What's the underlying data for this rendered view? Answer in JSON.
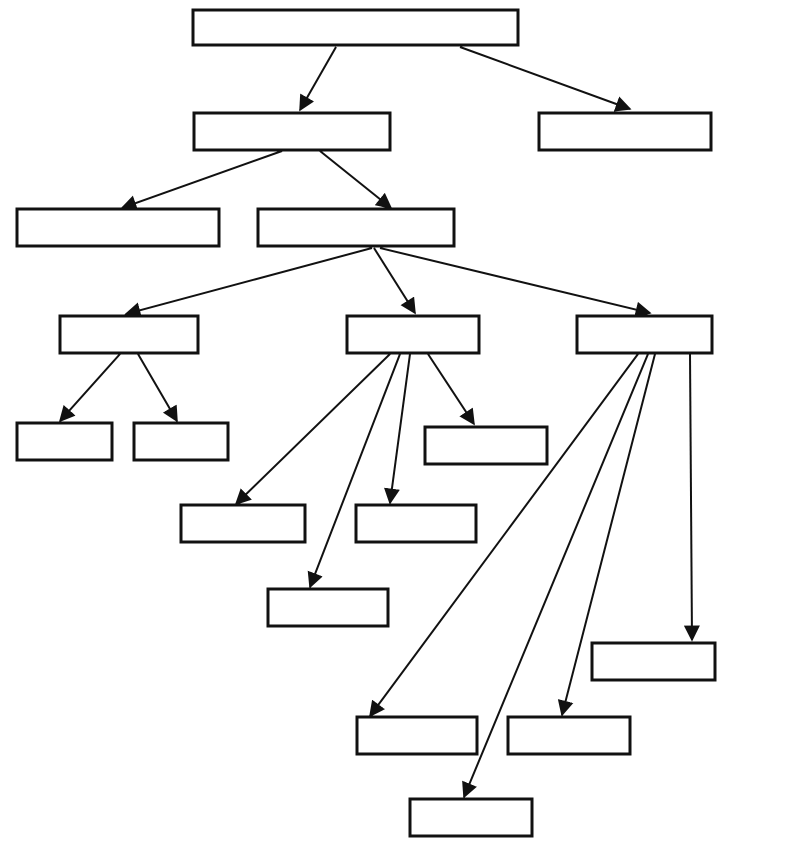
{
  "diagram": {
    "type": "tree",
    "style": {
      "background": "#ffffff",
      "line_color": "#111111",
      "box_fill": "#ffffff"
    },
    "nodes": [
      {
        "id": "n0",
        "label": ""
      },
      {
        "id": "n1",
        "label": ""
      },
      {
        "id": "n2",
        "label": ""
      },
      {
        "id": "n3",
        "label": ""
      },
      {
        "id": "n4",
        "label": ""
      },
      {
        "id": "n5",
        "label": ""
      },
      {
        "id": "n6",
        "label": ""
      },
      {
        "id": "n7",
        "label": ""
      },
      {
        "id": "n8",
        "label": ""
      },
      {
        "id": "n9",
        "label": ""
      },
      {
        "id": "n10",
        "label": ""
      },
      {
        "id": "n11",
        "label": ""
      },
      {
        "id": "n12",
        "label": ""
      },
      {
        "id": "n13",
        "label": ""
      },
      {
        "id": "n14",
        "label": ""
      },
      {
        "id": "n15",
        "label": ""
      },
      {
        "id": "n16",
        "label": ""
      },
      {
        "id": "n17",
        "label": ""
      },
      {
        "id": "n18",
        "label": ""
      }
    ],
    "edges": [
      {
        "from": "n0",
        "to": "n1"
      },
      {
        "from": "n0",
        "to": "n2"
      },
      {
        "from": "n1",
        "to": "n3"
      },
      {
        "from": "n1",
        "to": "n4"
      },
      {
        "from": "n4",
        "to": "n5"
      },
      {
        "from": "n4",
        "to": "n6"
      },
      {
        "from": "n4",
        "to": "n7"
      },
      {
        "from": "n5",
        "to": "n8"
      },
      {
        "from": "n5",
        "to": "n9"
      },
      {
        "from": "n6",
        "to": "n10"
      },
      {
        "from": "n6",
        "to": "n11"
      },
      {
        "from": "n6",
        "to": "n12"
      },
      {
        "from": "n6",
        "to": "n13"
      },
      {
        "from": "n7",
        "to": "n14"
      },
      {
        "from": "n7",
        "to": "n15"
      },
      {
        "from": "n7",
        "to": "n16"
      },
      {
        "from": "n7",
        "to": "n17"
      }
    ]
  }
}
